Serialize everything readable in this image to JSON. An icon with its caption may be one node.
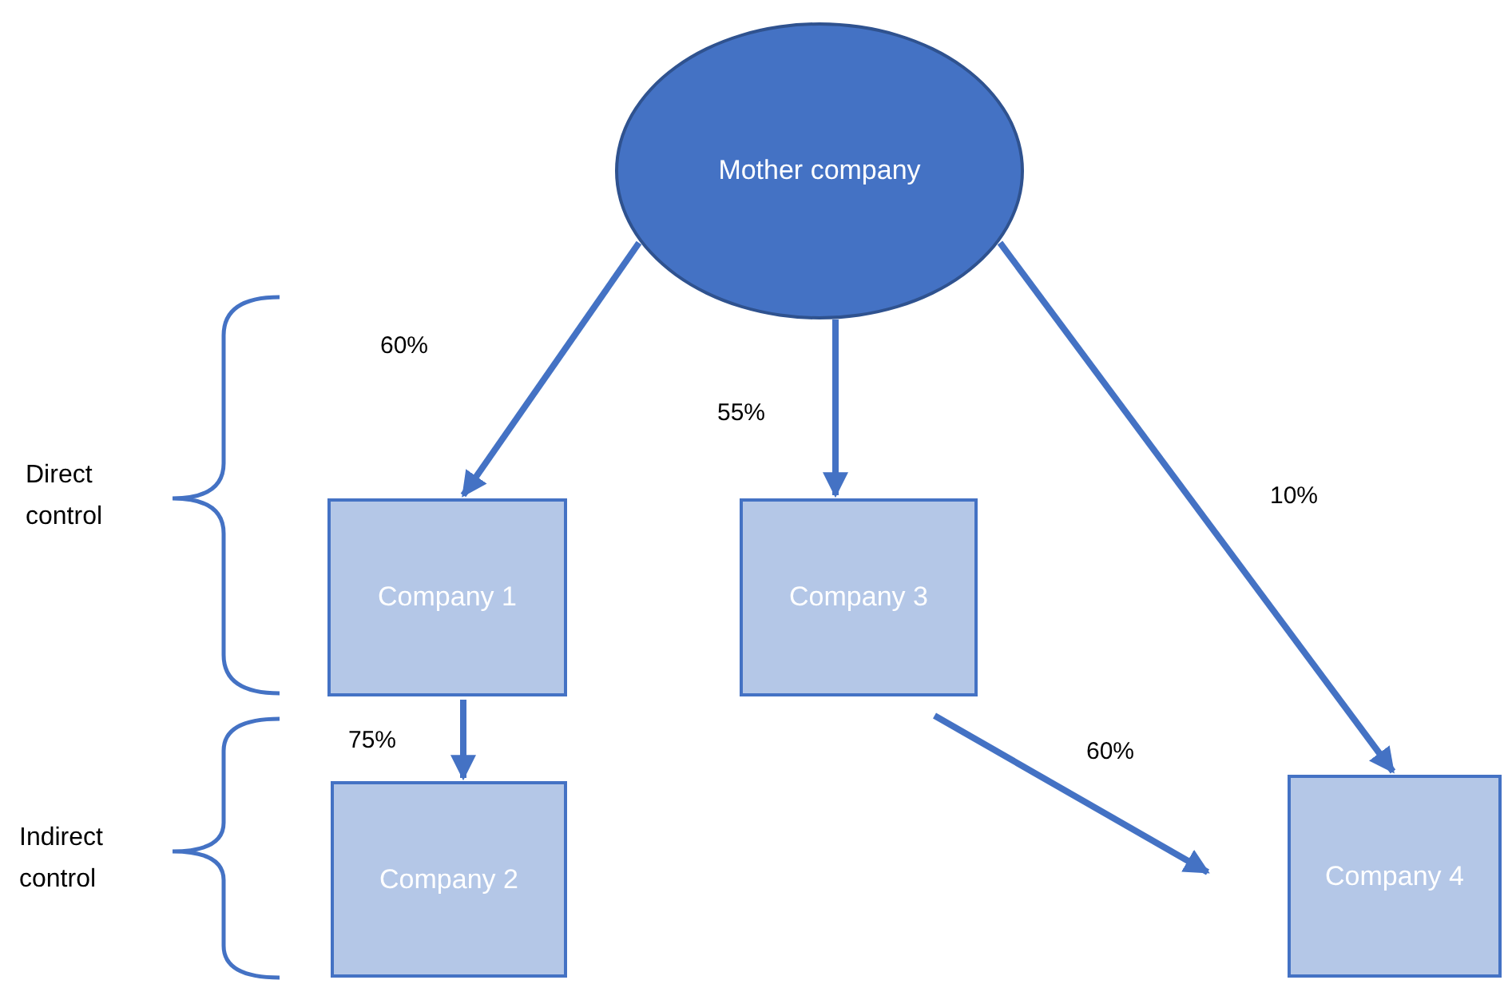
{
  "diagram": {
    "nodes": [
      {
        "text": [
          "Mother company"
        ]
      },
      {
        "text": [
          "Company 1"
        ]
      },
      {
        "text": [
          "Company 3"
        ]
      },
      {
        "text": [
          "Company 2"
        ]
      },
      {
        "text": [
          "Company 4"
        ]
      }
    ],
    "edges": [
      {
        "from": 0,
        "to": 1,
        "arrow": "to",
        "label": "60%"
      },
      {
        "from": 0,
        "to": 2,
        "arrow": "to",
        "label": "55%"
      },
      {
        "from": 0,
        "to": 4,
        "arrow": "to",
        "label": "10%"
      },
      {
        "from": 1,
        "to": 3,
        "arrow": "to",
        "label": "75%"
      },
      {
        "from": 2,
        "to": 4,
        "arrow": "to",
        "label": "60%"
      }
    ],
    "labels": [
      "Direct control",
      "Indirect control"
    ]
  }
}
